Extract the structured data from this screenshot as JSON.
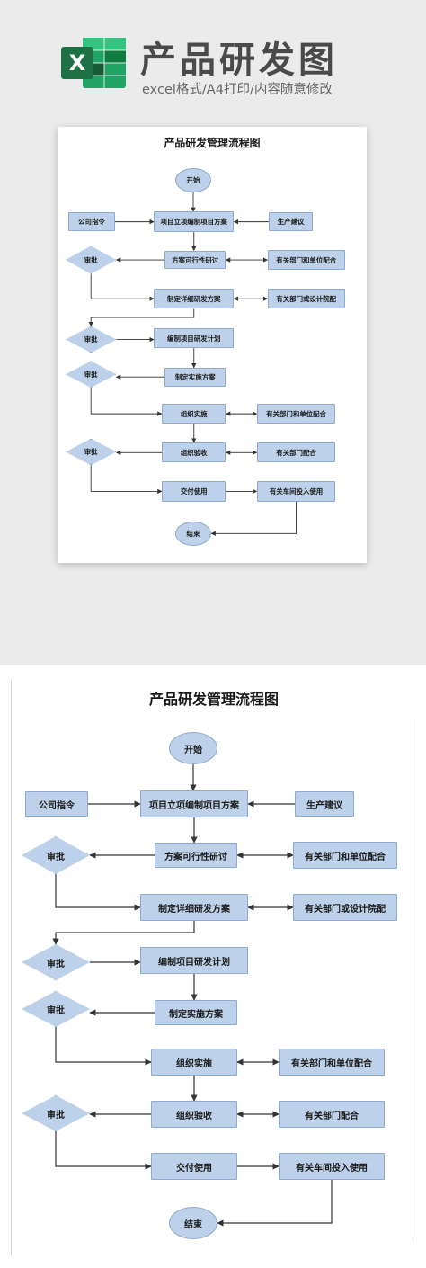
{
  "banner": {
    "app_letter": "X",
    "title": "产品研发图",
    "subtitle": "excel格式/A4打印/内容随意修改",
    "colors": {
      "background": "#ebebeb",
      "title": "#4a4a4a",
      "excel_green": "#1e7145",
      "excel_dark": "#185c37"
    },
    "icon": "excel-icon"
  },
  "diagram": {
    "title": "产品研发管理流程图",
    "colors": {
      "node_fill": "#bdd2ea",
      "node_border": "#8eabcd",
      "line": "#333333"
    },
    "nodes": {
      "start": "开始",
      "company_order": "公司指令",
      "project_setup": "项目立项编制项目方案",
      "production_suggestion": "生产建议",
      "review_1": "审批",
      "feasibility": "方案可行性研讨",
      "dept_cooperation_1": "有关部门和单位配合",
      "detailed_plan": "制定详细研发方案",
      "dept_design": "有关部门或设计院配",
      "review_2": "审批",
      "project_plan": "编制项目研发计划",
      "review_3": "审批",
      "implementation_plan": "制定实施方案",
      "organize_implementation": "组织实施",
      "dept_cooperation_2": "有关部门和单位配合",
      "review_4": "审批",
      "organize_acceptance": "组织验收",
      "dept_cooperation_3": "有关部门配合",
      "delivery": "交付使用",
      "workshop_use": "有关车间投入使用",
      "end": "结束"
    }
  }
}
